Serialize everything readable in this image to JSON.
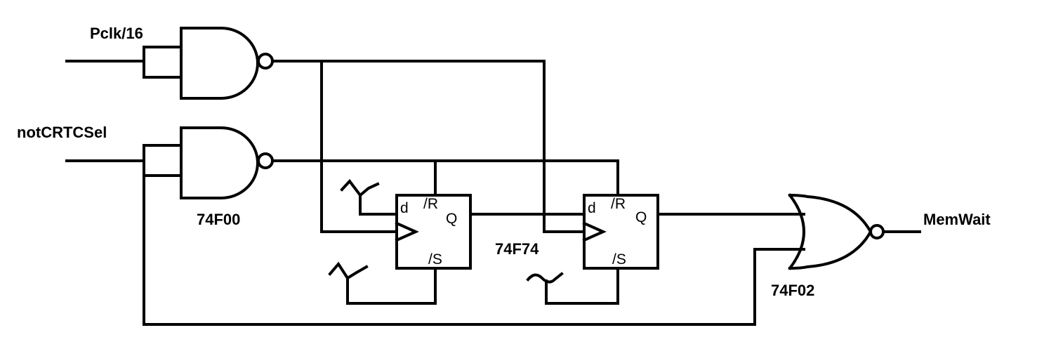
{
  "inputs": {
    "pclk": "Pclk/16",
    "crtc": "notCRTCSel"
  },
  "output": "MemWait",
  "chips": {
    "nand": "74F00",
    "flipflop": "74F74",
    "nor": "74F02"
  },
  "flipflop_pins": {
    "d": "d",
    "reset": "/R",
    "q": "Q",
    "set": "/S"
  },
  "colors": {
    "ink": "#000000",
    "background": "#ffffff"
  }
}
